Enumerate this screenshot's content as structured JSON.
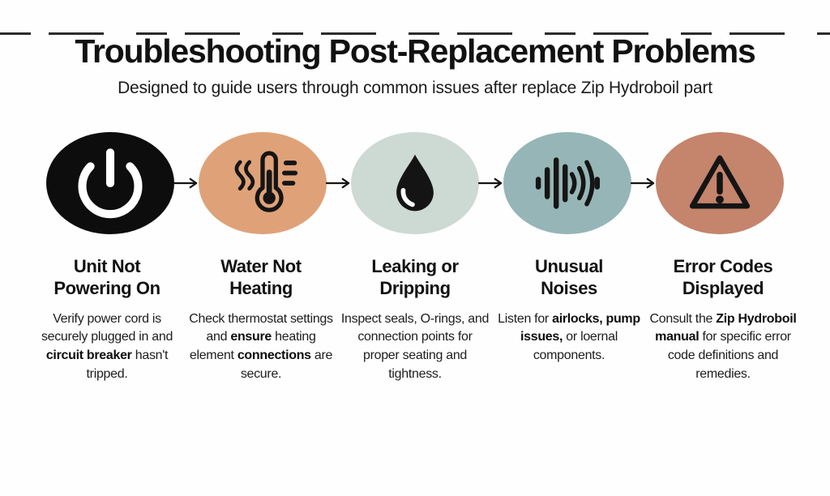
{
  "header": {
    "title": "Troubleshooting Post-Replacement Problems",
    "subtitle": "Designed to guide users through common issues after replace Zip Hydroboil part"
  },
  "colors": {
    "background": "#fefefe",
    "text": "#161616",
    "arrow": "#141414"
  },
  "steps": [
    {
      "icon": "power-icon",
      "circle_color": "#0d0d0d",
      "icon_color": "#ffffff",
      "heading": "Unit Not\nPowering On",
      "body": [
        "Verify power cord is securely plugged in and ",
        "circuit breaker",
        " hasn't tripped."
      ]
    },
    {
      "icon": "thermometer-icon",
      "circle_color": "#dfa278",
      "icon_color": "#151515",
      "heading": "Water Not\nHeating",
      "body": [
        "Check thermostat settings and ",
        "ensure",
        " heating element ",
        "connections",
        " are secure."
      ]
    },
    {
      "icon": "water-drop-icon",
      "circle_color": "#cdd9d3",
      "icon_color": "#151515",
      "heading": "Leaking or\nDripping",
      "body": [
        "Inspect seals, O-rings, and connection points for proper seating and tightness."
      ]
    },
    {
      "icon": "sound-waves-icon",
      "circle_color": "#96b5b6",
      "icon_color": "#151515",
      "heading": "Unusual\nNoises",
      "body": [
        "Listen for ",
        "airlocks, pump issues,",
        " or loernal components."
      ]
    },
    {
      "icon": "warning-triangle-icon",
      "circle_color": "#c5846c",
      "icon_color": "#151515",
      "heading": "Error Codes\nDisplayed",
      "body": [
        "Consult the ",
        "Zip Hydroboil manual",
        " for specific error code definitions and remedies."
      ]
    }
  ]
}
